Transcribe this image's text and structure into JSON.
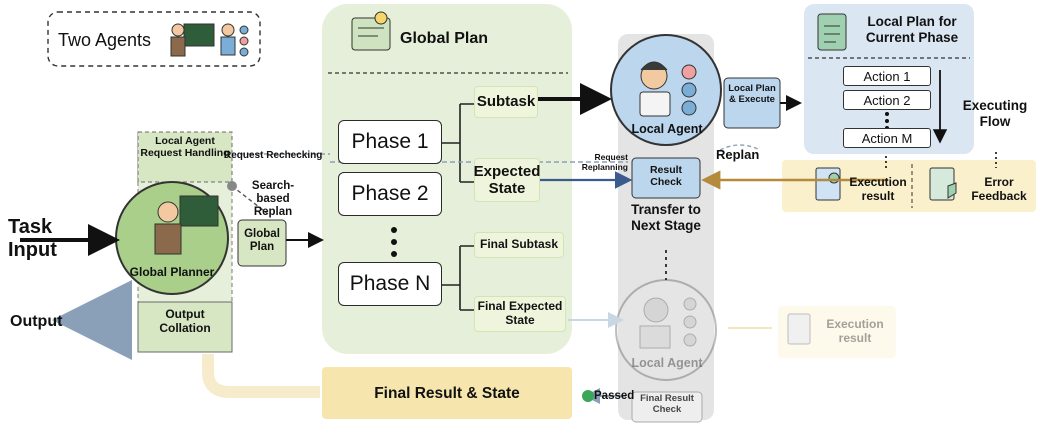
{
  "legend": {
    "title": "Two Agents"
  },
  "global_plan": {
    "title": "Global Plan",
    "phases": [
      "Phase 1",
      "Phase 2",
      "Phase N"
    ],
    "subtask": "Subtask",
    "expected_state": "Expected State",
    "final_subtask": "Final Subtask",
    "final_expected_state": "Final Expected State"
  },
  "task_input": "Task Input",
  "output": "Output",
  "global_planner": {
    "name": "Global Planner",
    "request_handling": "Local Agent Request Handling",
    "output_collation": "Output Collation",
    "global_plan_tag": "Global Plan",
    "search_replan": "Search-based Replan"
  },
  "request_rechecking": "Request Rechecking",
  "local_agent": {
    "name": "Local Agent",
    "local_plan_execute": "Local Plan & Execute",
    "request_replanning": "Request Replanning",
    "result_check": "Result Check",
    "replan": "Replan",
    "transfer": "Transfer to Next Stage"
  },
  "local_plan": {
    "title": "Local Plan for Current Phase",
    "actions": [
      "Action 1",
      "Action 2",
      "Action M"
    ],
    "executing_flow": "Executing Flow"
  },
  "feedback": {
    "execution_result": "Execution result",
    "error_feedback": "Error Feedback"
  },
  "final_stage": {
    "local_agent": "Local Agent",
    "execution_result": "Execution result",
    "passed": "Passed",
    "final_result_check": "Final Result Check",
    "final_result_state": "Final Result & State"
  },
  "colors": {
    "green_panel": "#e6efd9",
    "planner_green": "#a9cf8a",
    "agent_blue": "#bcd6ee",
    "local_plan_panel": "#dbe6f3",
    "feedback_yellow": "#fbf0cc",
    "final_result_yellow": "#f6e6ad",
    "gray_column": "#e4e4e4",
    "replan_arrow": "#b48a3c",
    "check_arrow": "#3b5b8f"
  }
}
